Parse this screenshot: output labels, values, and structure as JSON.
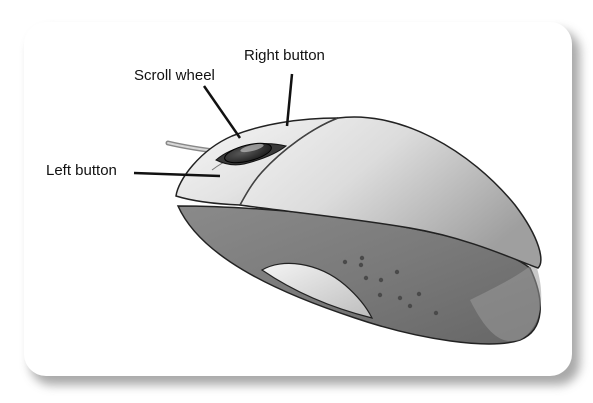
{
  "diagram": {
    "labels": {
      "right_button": "Right button",
      "scroll_wheel": "Scroll wheel",
      "left_button": "Left button"
    },
    "colors": {
      "body_dark": "#7d7d7d",
      "body_light": "#d9d9d9",
      "top_shell": "#eeeeee",
      "line": "#111111"
    }
  }
}
